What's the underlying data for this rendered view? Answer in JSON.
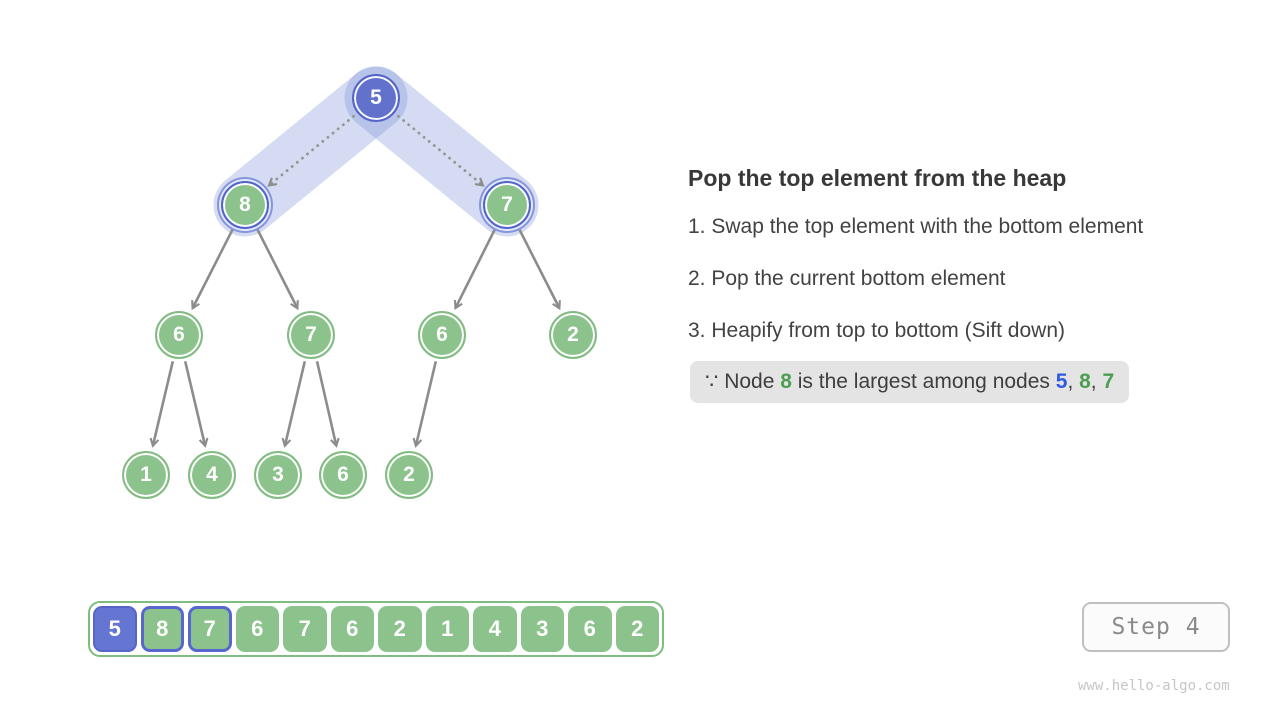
{
  "colors": {
    "node_green": "#8cc38c",
    "node_blue": "#6272cc",
    "highlight_border": "#5165cc",
    "band_blue": "#ccd4f2",
    "edge_gray": "#8c8c8c",
    "note_text_blue": "#2f5ae0",
    "note_text_green": "#4c9e52",
    "note_bg": "#e4e4e4"
  },
  "chart_data": {
    "type": "table",
    "title": "Max-heap pop visualization",
    "heap_array": [
      5,
      8,
      7,
      6,
      7,
      6,
      2,
      1,
      4,
      3,
      6,
      2
    ]
  },
  "tree": {
    "nodes": [
      {
        "id": "n0",
        "value": "5",
        "style": "blue"
      },
      {
        "id": "n1",
        "value": "8",
        "style": "highlight"
      },
      {
        "id": "n2",
        "value": "7",
        "style": "highlight"
      },
      {
        "id": "n3",
        "value": "6",
        "style": "green"
      },
      {
        "id": "n4",
        "value": "7",
        "style": "green"
      },
      {
        "id": "n5",
        "value": "6",
        "style": "green"
      },
      {
        "id": "n6",
        "value": "2",
        "style": "green"
      },
      {
        "id": "n7",
        "value": "1",
        "style": "green"
      },
      {
        "id": "n8",
        "value": "4",
        "style": "green"
      },
      {
        "id": "n9",
        "value": "3",
        "style": "green"
      },
      {
        "id": "n10",
        "value": "6",
        "style": "green"
      },
      {
        "id": "n11",
        "value": "2",
        "style": "green"
      }
    ],
    "edges": [
      [
        "n1",
        "n3"
      ],
      [
        "n1",
        "n4"
      ],
      [
        "n2",
        "n5"
      ],
      [
        "n2",
        "n6"
      ],
      [
        "n3",
        "n7"
      ],
      [
        "n3",
        "n8"
      ],
      [
        "n4",
        "n9"
      ],
      [
        "n4",
        "n10"
      ],
      [
        "n5",
        "n11"
      ]
    ],
    "dotted_edges": [
      [
        "n0",
        "n1"
      ],
      [
        "n0",
        "n2"
      ]
    ],
    "bands": [
      [
        "n0",
        "n1"
      ],
      [
        "n0",
        "n2"
      ]
    ]
  },
  "array": {
    "cells": [
      {
        "value": "5",
        "style": "blue"
      },
      {
        "value": "8",
        "style": "highlight"
      },
      {
        "value": "7",
        "style": "highlight"
      },
      {
        "value": "6",
        "style": "green"
      },
      {
        "value": "7",
        "style": "green"
      },
      {
        "value": "6",
        "style": "green"
      },
      {
        "value": "2",
        "style": "green"
      },
      {
        "value": "1",
        "style": "green"
      },
      {
        "value": "4",
        "style": "green"
      },
      {
        "value": "3",
        "style": "green"
      },
      {
        "value": "6",
        "style": "green"
      },
      {
        "value": "2",
        "style": "green"
      }
    ]
  },
  "panel": {
    "title": "Pop the top element from the heap",
    "steps": [
      "1. Swap the top element with the bottom element",
      "2. Pop the current bottom element",
      "3. Heapify from top to bottom (Sift down)"
    ],
    "note": {
      "segments": [
        {
          "text": "∵ Node ",
          "style": "dark"
        },
        {
          "text": "8",
          "style": "green"
        },
        {
          "text": " is the largest among nodes ",
          "style": "dark"
        },
        {
          "text": "5",
          "style": "blue"
        },
        {
          "text": ", ",
          "style": "dark"
        },
        {
          "text": "8",
          "style": "green"
        },
        {
          "text": ", ",
          "style": "dark"
        },
        {
          "text": "7",
          "style": "green"
        }
      ]
    }
  },
  "step_badge": {
    "label": "Step 4"
  },
  "watermark": "www.hello-algo.com"
}
